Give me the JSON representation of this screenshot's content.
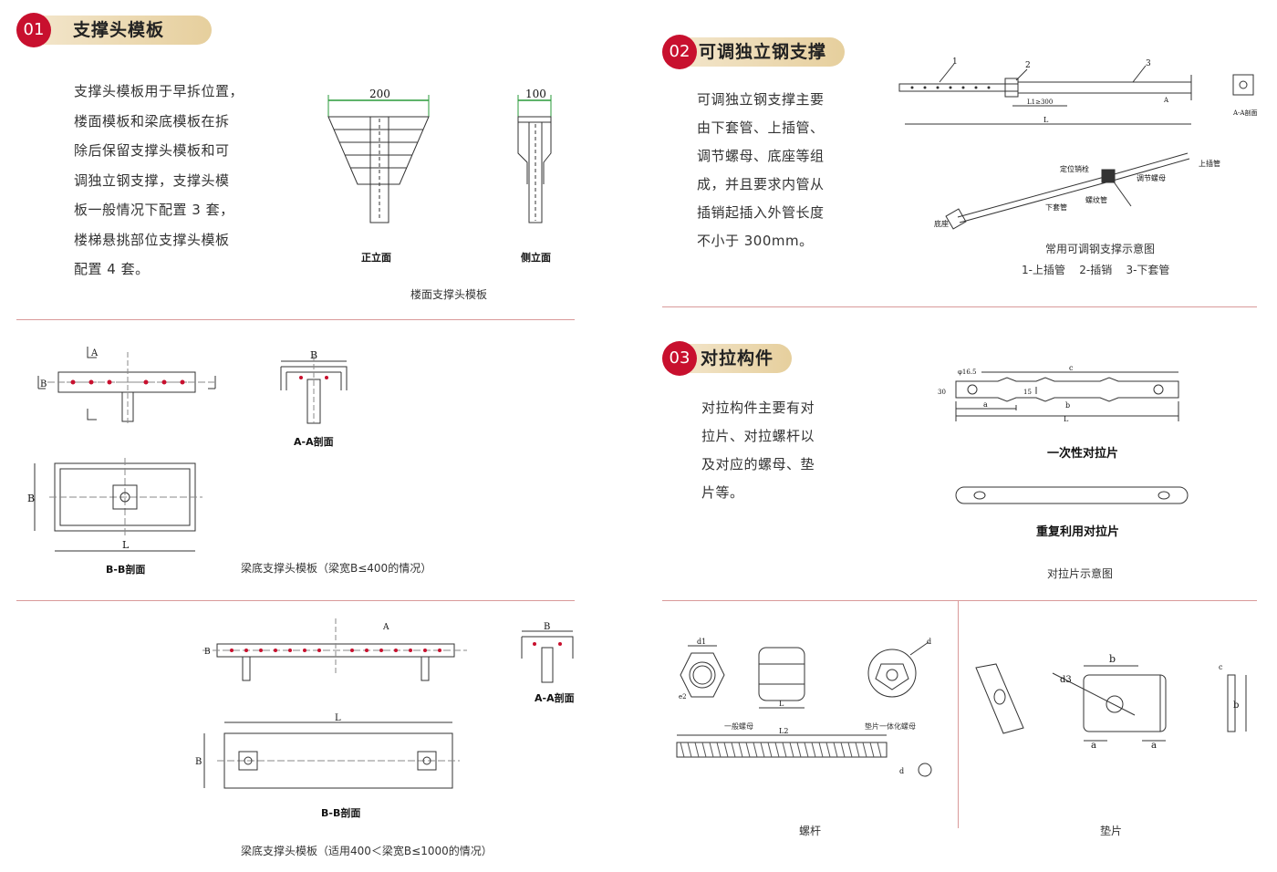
{
  "sections": [
    {
      "num": "01",
      "title": "支撑头模板"
    },
    {
      "num": "02",
      "title": "可调独立钢支撑"
    },
    {
      "num": "03",
      "title": "对拉构件"
    }
  ],
  "s1": {
    "body": [
      "支撑头模板用于早拆位置，",
      "楼面模板和梁底模板在拆",
      "除后保留支撑头模板和可",
      "调独立钢支撑，支撑头模",
      "板一般情况下配置 3 套，",
      "楼梯悬挑部位支撑头模板",
      "配置 4 套。"
    ],
    "fig1": {
      "dim_front": "200",
      "dim_side": "100",
      "label_front": "正立面",
      "label_side": "侧立面",
      "caption": "楼面支撑头模板"
    },
    "fig2": {
      "section_aa": "A-A剖面",
      "section_bb": "B-B剖面",
      "caption": "梁底支撑头模板（梁宽B≤400的情况）",
      "dim_b": "B",
      "dim_l": "L",
      "mark_a": "A",
      "mark_b": "B"
    },
    "fig3": {
      "section_aa": "A-A剖面",
      "section_bb": "B-B剖面",
      "caption": "梁底支撑头模板（适用400＜梁宽B≤1000的情况）",
      "dim_b": "B",
      "dim_l": "L",
      "mark_a": "A",
      "mark_b": "B"
    }
  },
  "s2": {
    "body": [
      "可调独立钢支撑主要",
      "由下套管、上插管、",
      "调节螺母、底座等组",
      "成，并且要求内管从",
      "插销起插入外管长度",
      "不小于 300mm。"
    ],
    "fig": {
      "labels_top": [
        "1",
        "2",
        "3"
      ],
      "dim_l1": "L1≥300",
      "dim_l": "L",
      "aa": "A-A剖面",
      "mark_a": "A",
      "parts": {
        "pin": "定位销栓",
        "upper": "上插管",
        "nut": "调节螺母",
        "thread": "螺纹管",
        "lower": "下套管",
        "base": "底座"
      },
      "caption": "常用可调钢支撑示意图",
      "legend": "1-上插管    2-插销    3-下套管"
    }
  },
  "s3": {
    "body": [
      "对拉构件主要有对",
      "拉片、对拉螺杆以",
      "及对应的螺母、垫",
      "片等。"
    ],
    "fig": {
      "dims": {
        "c": "c",
        "b": "b",
        "a": "a",
        "L": "L",
        "h30": "30",
        "h15": "15",
        "d": "φ16.5"
      },
      "label1": "一次性对拉片",
      "label2": "重复利用对拉片",
      "caption": "对拉片示意图"
    }
  },
  "s4": {
    "nut_labels": {
      "d1": "d1",
      "e2": "e2",
      "L": "L",
      "d": "d"
    },
    "nut1": "一般螺母",
    "nut2": "垫片一体化螺母",
    "rod_dim": "L2",
    "rod_d": "d",
    "caption_left": "螺杆",
    "washer_dims": {
      "b": "b",
      "a": "a",
      "c": "c",
      "d3": "d3"
    },
    "caption_right": "垫片"
  }
}
